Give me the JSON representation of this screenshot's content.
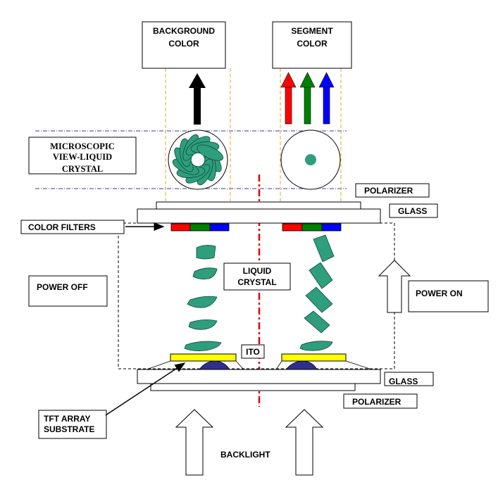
{
  "labels": {
    "background_color": [
      "BACKGROUND",
      "COLOR"
    ],
    "segment_color": [
      "SEGMENT",
      "COLOR"
    ],
    "microscopic_view": [
      "MICROSCOPIC",
      "VIEW-LIQUID",
      "CRYSTAL"
    ],
    "polarizer_top": "POLARIZER",
    "glass_top": "GLASS",
    "color_filters": "COLOR FILTERS",
    "power_off": "POWER OFF",
    "liquid_crystal": [
      "LIQUID",
      "CRYSTAL"
    ],
    "power_on": "POWER ON",
    "ito": "ITO",
    "glass_bottom": "GLASS",
    "polarizer_bottom": "POLARIZER",
    "tft_array_substrate": [
      "TFT ARRAY",
      "SUBSTRATE"
    ],
    "backlight": "BACKLIGHT"
  },
  "colors": {
    "red": "#ff0000",
    "green": "#008000",
    "blue": "#0000ff",
    "crystal": "#2e9e7c",
    "ito": "#ffff00",
    "tft": "#2e2e8c",
    "guide_orange": "#f0a020",
    "guide_navy": "#3a3a9a",
    "center_axis": "#e00000"
  }
}
